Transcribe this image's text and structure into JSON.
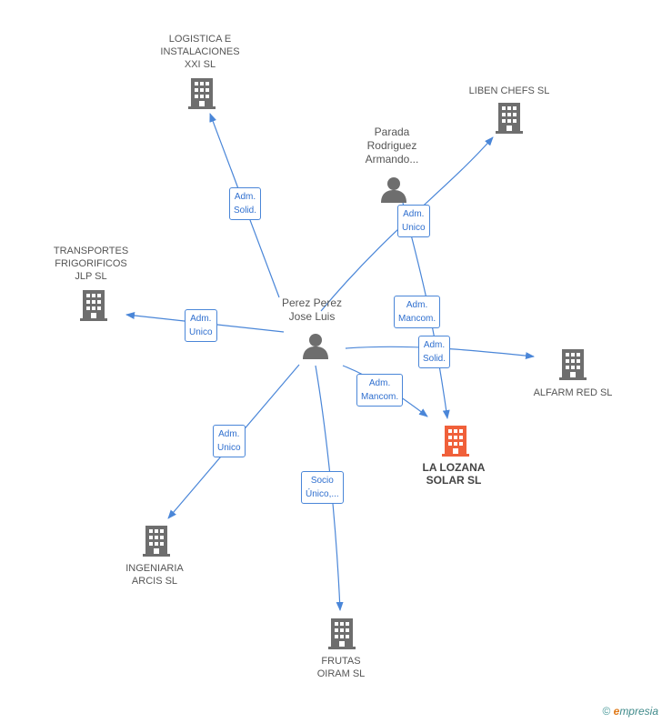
{
  "colors": {
    "edge": "#4a86d8",
    "company": "#6e6e6e",
    "focus_company": "#f0603a",
    "person": "#6e6e6e"
  },
  "nodes": {
    "logistica": {
      "label": "LOGISTICA E\nINSTALACIONES\nXXI SL",
      "icon": "building-icon"
    },
    "liben": {
      "label": "LIBEN CHEFS SL",
      "icon": "building-icon"
    },
    "parada": {
      "label": "Parada\nRodriguez\nArmando...",
      "icon": "person-icon"
    },
    "transportes": {
      "label": "TRANSPORTES\nFRIGORIFICOS\nJLP SL",
      "icon": "building-icon"
    },
    "perez": {
      "label": "Perez Perez\nJose Luis",
      "icon": "person-icon"
    },
    "alfarm": {
      "label": "ALFARM RED SL",
      "icon": "building-icon"
    },
    "lozana": {
      "label": "LA LOZANA\nSOLAR SL",
      "icon": "building-icon"
    },
    "ingeniaria": {
      "label": "INGENIARIA\nARCIS  SL",
      "icon": "building-icon"
    },
    "frutas": {
      "label": "FRUTAS\nOIRAM SL",
      "icon": "building-icon"
    }
  },
  "edges": {
    "e1": "Adm.\nSolid.",
    "e2": "Adm.\nUnico",
    "e3": "Adm.\nUnico",
    "e4": "Adm.\nMancom.",
    "e5": "Adm.\nSolid.",
    "e6": "Adm.\nMancom.",
    "e7": "Adm.\nUnico",
    "e8": "Socio\nÚnico,..."
  },
  "footer": {
    "copyright": "©",
    "brand_initial": "e",
    "brand_rest": "mpresia"
  }
}
